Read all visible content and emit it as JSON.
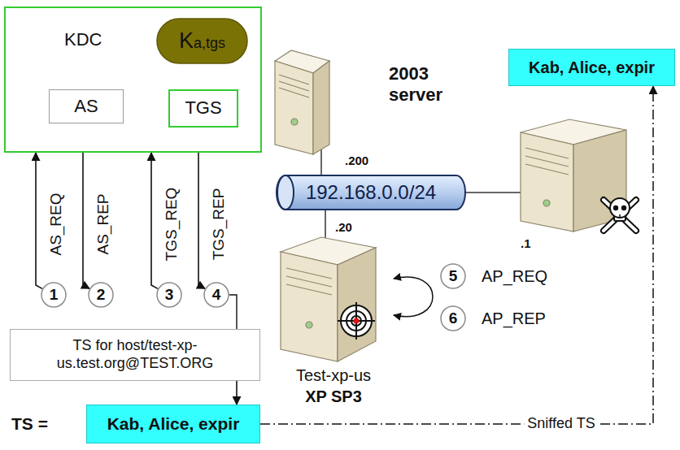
{
  "diagram": {
    "nodes": [
      {
        "text": [
          "KDC"
        ]
      },
      {
        "text": [
          "Ka,tgs"
        ],
        "in": 0
      },
      {
        "text": [
          "AS"
        ],
        "in": 0
      },
      {
        "text": [
          "TGS"
        ],
        "in": 0
      },
      {
        "text": [
          "Kab, Alice, expir"
        ]
      },
      {
        "text": [
          "192.168.0.0/24"
        ]
      },
      {
        "text": [
          "1"
        ]
      },
      {
        "text": [
          "2"
        ]
      },
      {
        "text": [
          "3"
        ]
      },
      {
        "text": [
          "4"
        ]
      },
      {
        "text": [
          "5"
        ]
      },
      {
        "text": [
          "6"
        ]
      },
      {
        "text": [
          "TS for host/test-xp-us.test.org@TEST.ORG"
        ]
      },
      {
        "text": [
          "Kab, Alice, expir"
        ]
      }
    ],
    "edges": [
      {
        "from": 6,
        "to": 0,
        "arrow": "to",
        "label": "AS_REQ"
      },
      {
        "from": 0,
        "to": 7,
        "arrow": "to",
        "label": "AS_REP"
      },
      {
        "from": 8,
        "to": 0,
        "arrow": "to",
        "label": "TGS_REQ"
      },
      {
        "from": 0,
        "to": 9,
        "arrow": "to",
        "label": "TGS_REP"
      },
      {
        "from": 9,
        "to": 12,
        "arrow": "none"
      },
      {
        "from": 12,
        "to": 13,
        "arrow": "to"
      },
      {
        "from": 13,
        "to": 4,
        "arrow": "to",
        "label": "Sniffed TS"
      }
    ],
    "labels": [
      "TS =",
      "2003 server",
      ".200",
      ".20",
      ".1",
      "Test-xp-us",
      "XP SP3",
      "AP_REQ",
      "AP_REP"
    ]
  }
}
